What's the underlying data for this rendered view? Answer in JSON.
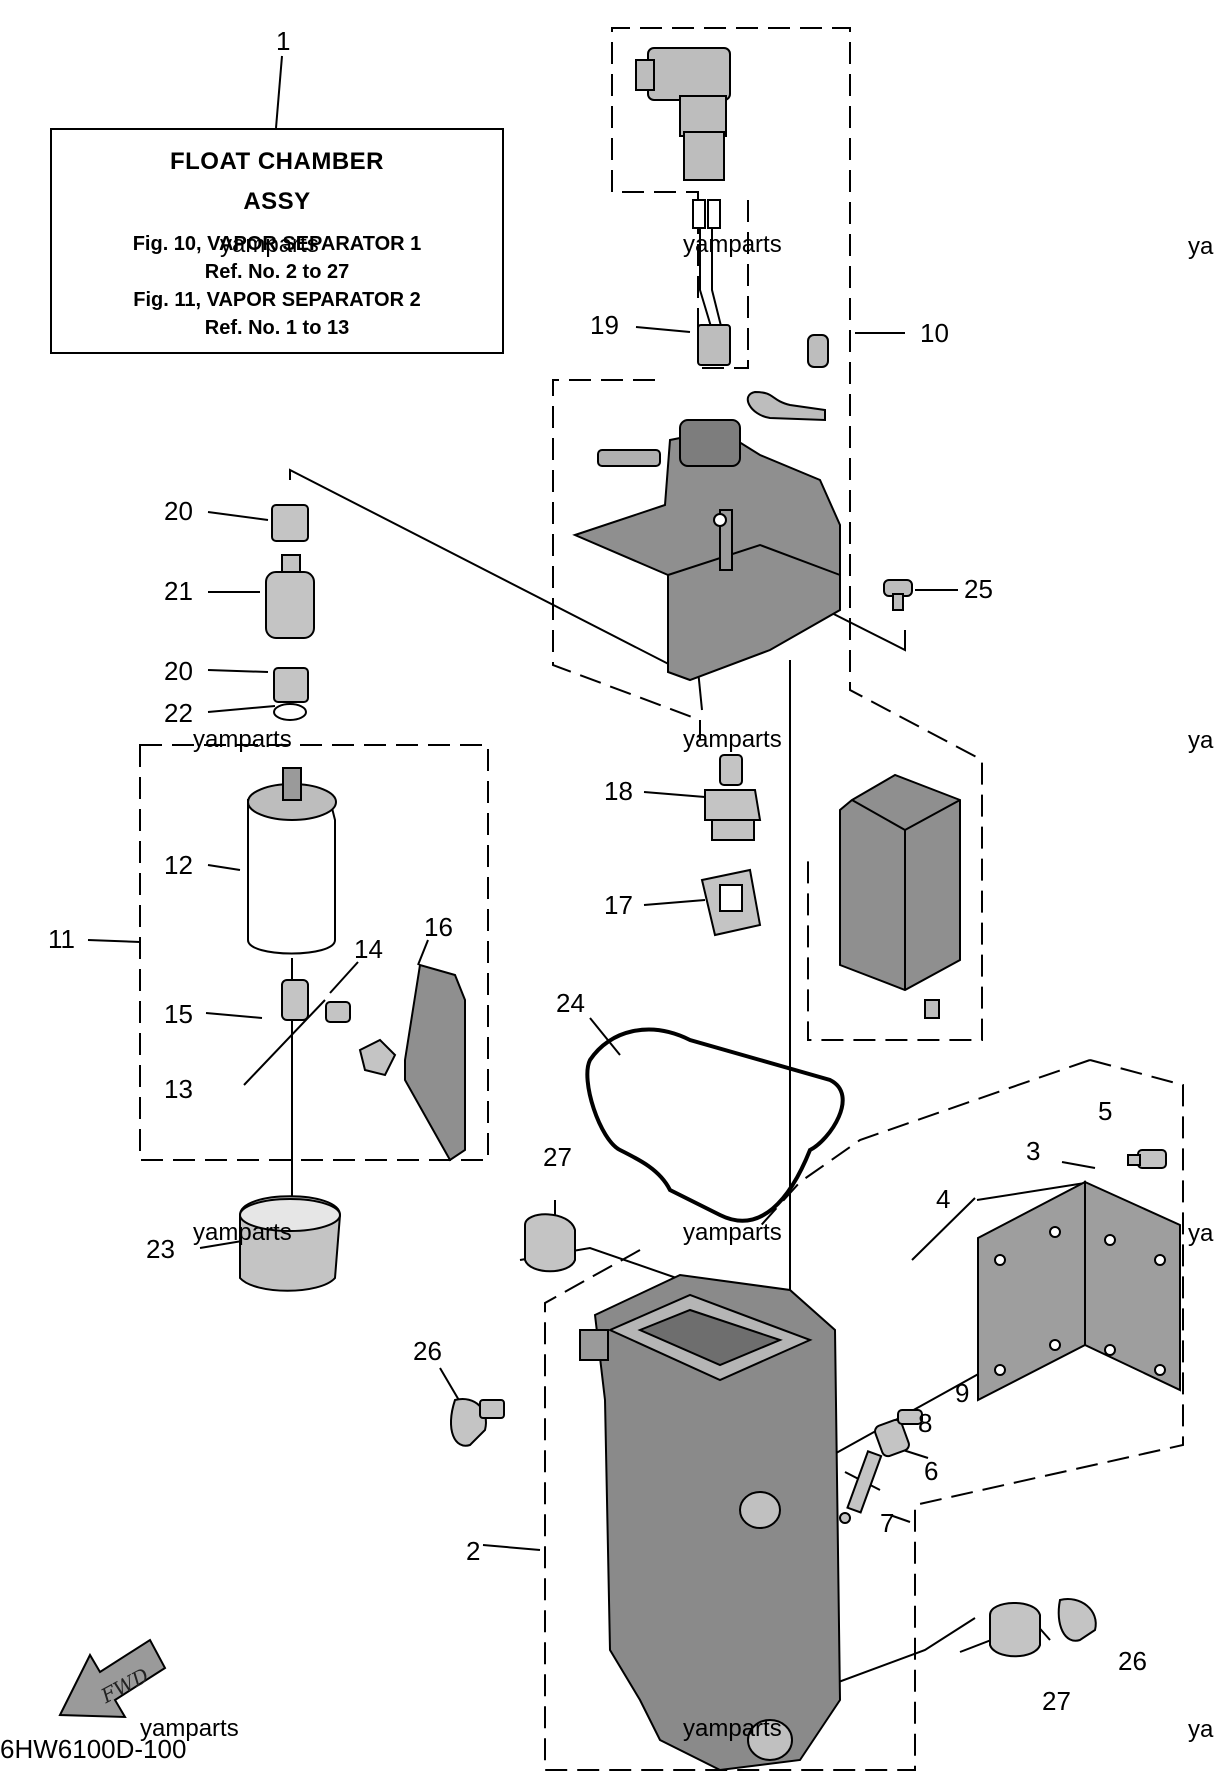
{
  "title_box": {
    "line1": "FLOAT CHAMBER",
    "line2": "ASSY",
    "ref1": "Fig. 10, VAPOR SEPARATOR 1",
    "ref1b": "Ref. No. 2 to 27",
    "ref2": "Fig. 11, VAPOR SEPARATOR 2",
    "ref2b": "Ref. No. 1 to 13"
  },
  "part_numbers": {
    "p1": "1",
    "p2": "2",
    "p3": "3",
    "p4": "4",
    "p5": "5",
    "p6": "6",
    "p7": "7",
    "p8": "8",
    "p9": "9",
    "p10": "10",
    "p11": "11",
    "p12": "12",
    "p13": "13",
    "p14": "14",
    "p15": "15",
    "p16": "16",
    "p17": "17",
    "p18": "18",
    "p19": "19",
    "p20a": "20",
    "p20b": "20",
    "p21": "21",
    "p22": "22",
    "p23": "23",
    "p24": "24",
    "p25": "25",
    "p26a": "26",
    "p26b": "26",
    "p27a": "27",
    "p27b": "27"
  },
  "watermark": "yamparts",
  "watermark_edge": "ya",
  "fwd_label": "FWD",
  "drawing_code": "6HW6100D-100"
}
